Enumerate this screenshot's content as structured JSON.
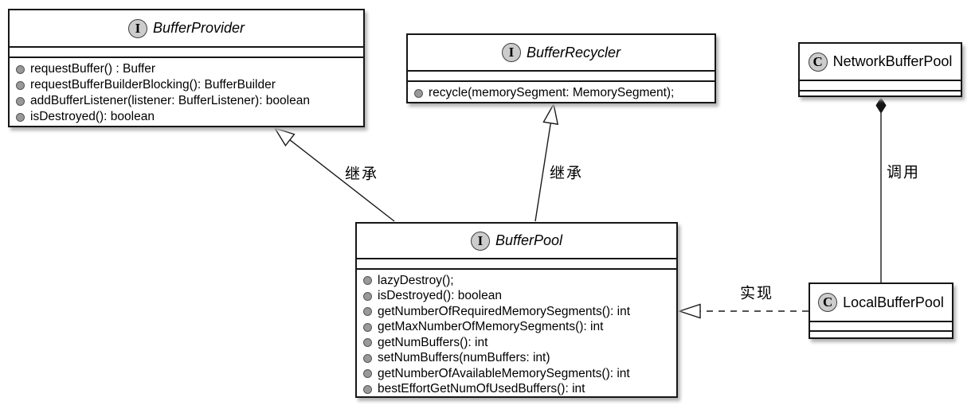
{
  "diagram": {
    "classes": {
      "buffer_provider": {
        "stereotype": "I",
        "name": "BufferProvider",
        "methods": [
          "requestBuffer() : Buffer",
          "requestBufferBuilderBlocking(): BufferBuilder",
          "addBufferListener(listener: BufferListener): boolean",
          "isDestroyed(): boolean"
        ]
      },
      "buffer_recycler": {
        "stereotype": "I",
        "name": "BufferRecycler",
        "methods": [
          "recycle(memorySegment: MemorySegment);"
        ]
      },
      "network_buffer_pool": {
        "stereotype": "C",
        "name": "NetworkBufferPool",
        "methods": []
      },
      "buffer_pool": {
        "stereotype": "I",
        "name": "BufferPool",
        "methods": [
          "lazyDestroy();",
          "isDestroyed(): boolean",
          "getNumberOfRequiredMemorySegments(): int",
          "getMaxNumberOfMemorySegments(): int",
          "getNumBuffers(): int",
          "setNumBuffers(numBuffers: int)",
          "getNumberOfAvailableMemorySegments(): int",
          "bestEffortGetNumOfUsedBuffers(): int"
        ]
      },
      "local_buffer_pool": {
        "stereotype": "C",
        "name": "LocalBufferPool",
        "methods": []
      }
    },
    "relations": {
      "extends_provider": {
        "label": "继承"
      },
      "extends_recycler": {
        "label": "继承"
      },
      "calls": {
        "label": "调用"
      },
      "implements": {
        "label": "实现"
      }
    },
    "colors": {
      "box_fill": "#ffffff",
      "box_border": "#161616",
      "badge_fill": "#cccccc",
      "badge_border": "#3d3d3d",
      "bullet_fill": "#999999",
      "bullet_border": "#555555",
      "line": "#1a1a1a",
      "shadow": "#b4b4b4",
      "label_text": "#000000"
    }
  }
}
